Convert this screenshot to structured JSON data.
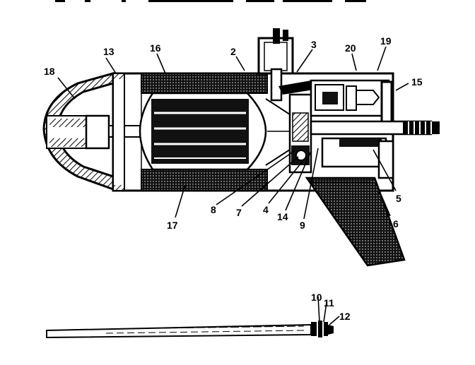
{
  "callouts": [
    {
      "id": "c2",
      "label": "2"
    },
    {
      "id": "c3",
      "label": "3"
    },
    {
      "id": "c4",
      "label": "4"
    },
    {
      "id": "c5",
      "label": "5"
    },
    {
      "id": "c6",
      "label": "6"
    },
    {
      "id": "c7",
      "label": "7"
    },
    {
      "id": "c8",
      "label": "8"
    },
    {
      "id": "c9",
      "label": "9"
    },
    {
      "id": "c10",
      "label": "10"
    },
    {
      "id": "c11",
      "label": "11"
    },
    {
      "id": "c12",
      "label": "12"
    },
    {
      "id": "c13",
      "label": "13"
    },
    {
      "id": "c14",
      "label": "14"
    },
    {
      "id": "c15",
      "label": "15"
    },
    {
      "id": "c16",
      "label": "16"
    },
    {
      "id": "c17",
      "label": "17"
    },
    {
      "id": "c18",
      "label": "18"
    },
    {
      "id": "c19",
      "label": "19"
    },
    {
      "id": "c20",
      "label": "20"
    }
  ],
  "colors": {
    "ink": "#000000",
    "paper": "#ffffff"
  }
}
